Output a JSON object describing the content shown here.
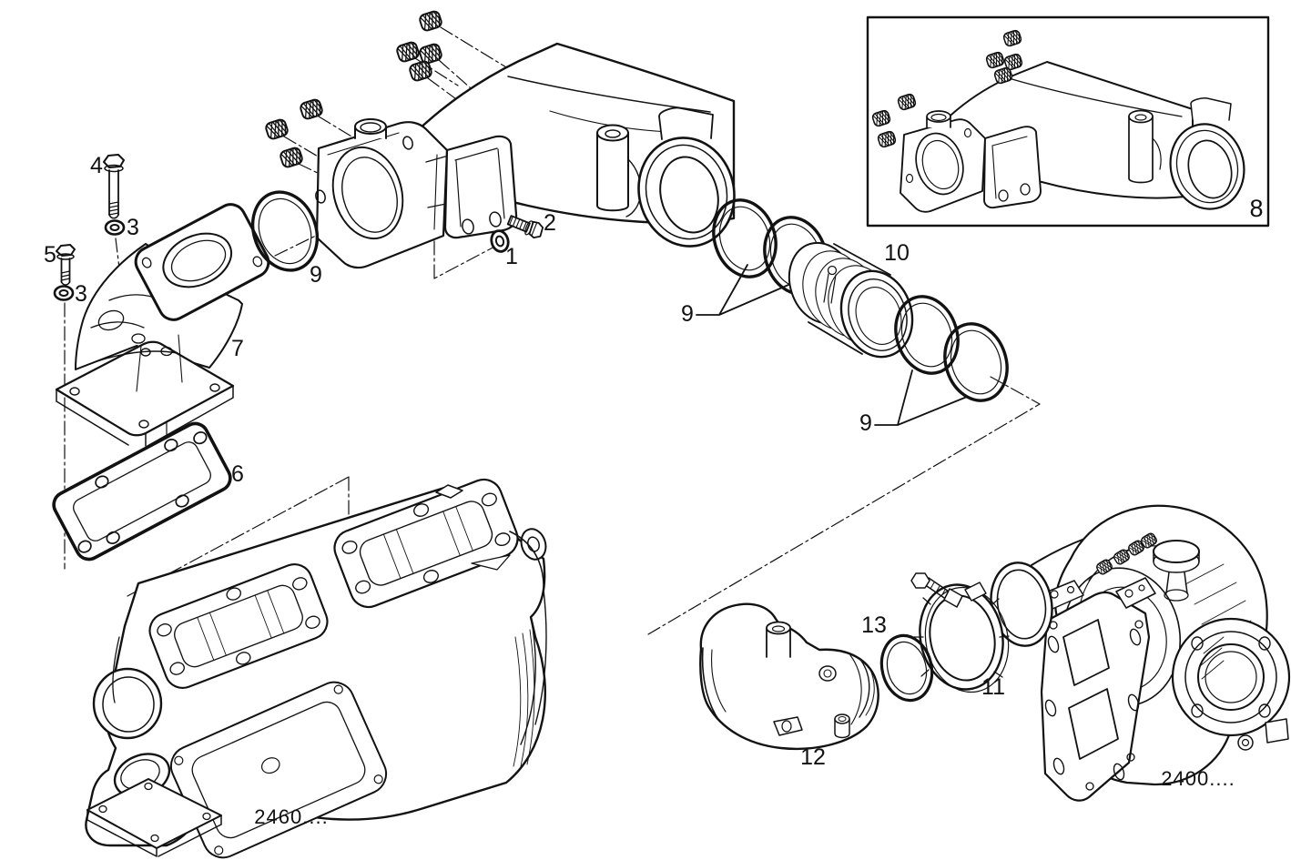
{
  "diagram": {
    "kind": "exploded-parts-diagram",
    "subject": "Intake manifold, intercooler and turbocharger assembly",
    "background_color": "#ffffff",
    "line_color": "#121212"
  },
  "callouts": [
    {
      "label": "1"
    },
    {
      "label": "2"
    },
    {
      "label": "3"
    },
    {
      "label": "3"
    },
    {
      "label": "4"
    },
    {
      "label": "5"
    },
    {
      "label": "6"
    },
    {
      "label": "7"
    },
    {
      "label": "8"
    },
    {
      "label": "9"
    },
    {
      "label": "9"
    },
    {
      "label": "9"
    },
    {
      "label": "10"
    },
    {
      "label": "11"
    },
    {
      "label": "12"
    },
    {
      "label": "13"
    }
  ],
  "part_refs": [
    {
      "label": "2460...."
    },
    {
      "label": "2400...."
    }
  ]
}
